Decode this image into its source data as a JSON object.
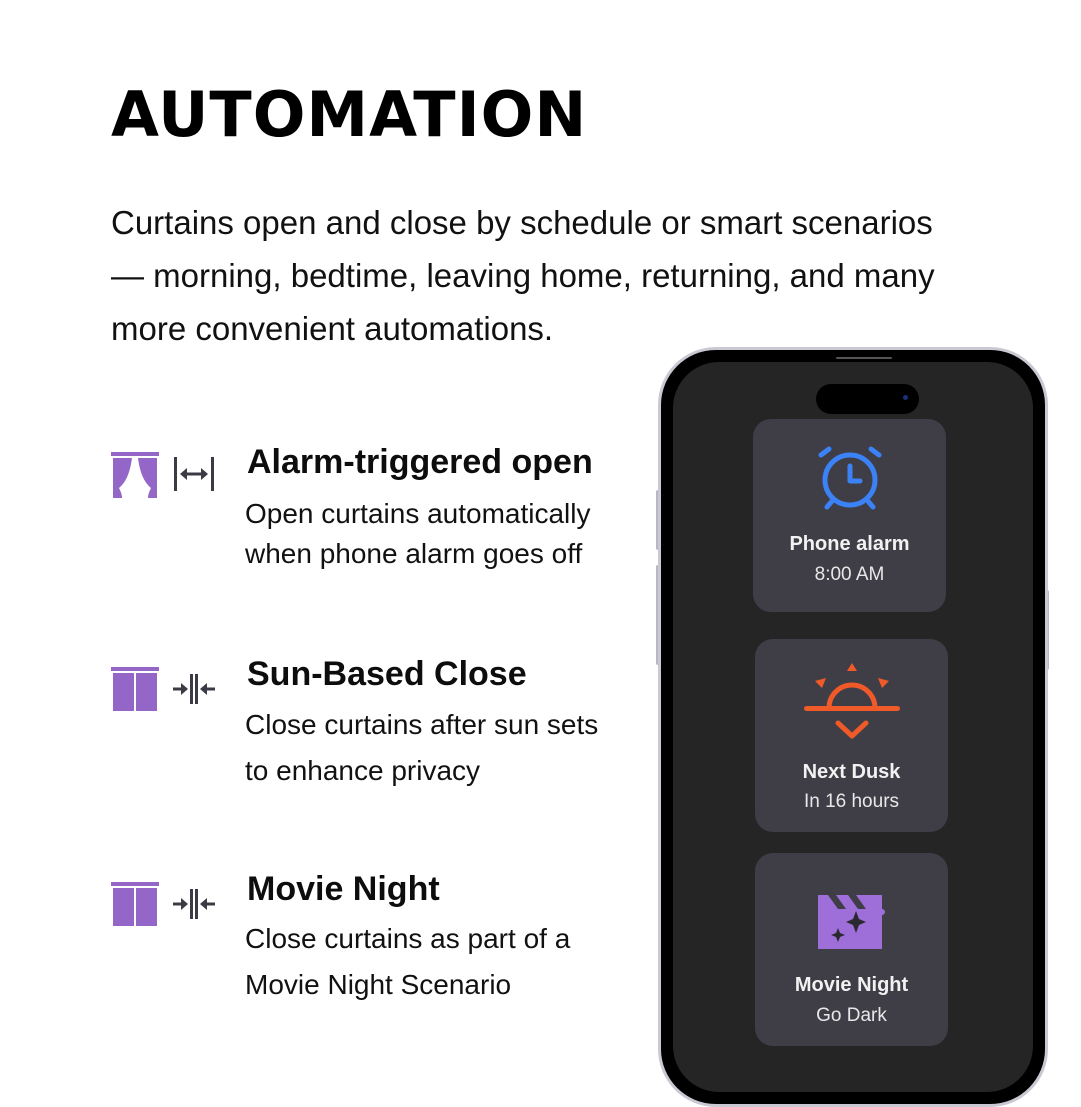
{
  "title": "AUTOMATION",
  "intro": {
    "lines": [
      "Curtains open and close by schedule or smart scenarios",
      "— morning, bedtime, leaving home, returning, and many",
      "more convenient automations."
    ]
  },
  "colors": {
    "curtain_purple": "#9366c8",
    "arrow_gray": "#3b3b46",
    "alarm_blue": "#3b82f6",
    "dusk_orange": "#f05a28",
    "movie_purple": "#9f6fd9",
    "card_bg": "#3f3e47",
    "screen_bg": "#252525"
  },
  "features": [
    {
      "heading": "Alarm-triggered open",
      "desc_lines": [
        "Open curtains automatically",
        "when phone alarm goes off"
      ],
      "curtain_icon": "curtains-open-icon",
      "motion_icon": "expand-arrows-icon"
    },
    {
      "heading": "Sun-Based Close",
      "desc_lines": [
        "Close curtains after sun sets",
        "to enhance privacy"
      ],
      "curtain_icon": "curtains-closed-icon",
      "motion_icon": "collapse-arrows-icon"
    },
    {
      "heading": "Movie Night",
      "desc_lines": [
        "Close curtains as part of a",
        "Movie Night Scenario"
      ],
      "curtain_icon": "curtains-closed-icon",
      "motion_icon": "collapse-arrows-icon"
    }
  ],
  "phone": {
    "cards": [
      {
        "icon": "alarm-clock-icon",
        "title": "Phone alarm",
        "subtitle": "8:00 AM"
      },
      {
        "icon": "sunset-icon",
        "title": "Next Dusk",
        "subtitle": "In 16 hours"
      },
      {
        "icon": "clapperboard-icon",
        "title": "Movie Night",
        "subtitle": "Go Dark"
      }
    ]
  }
}
